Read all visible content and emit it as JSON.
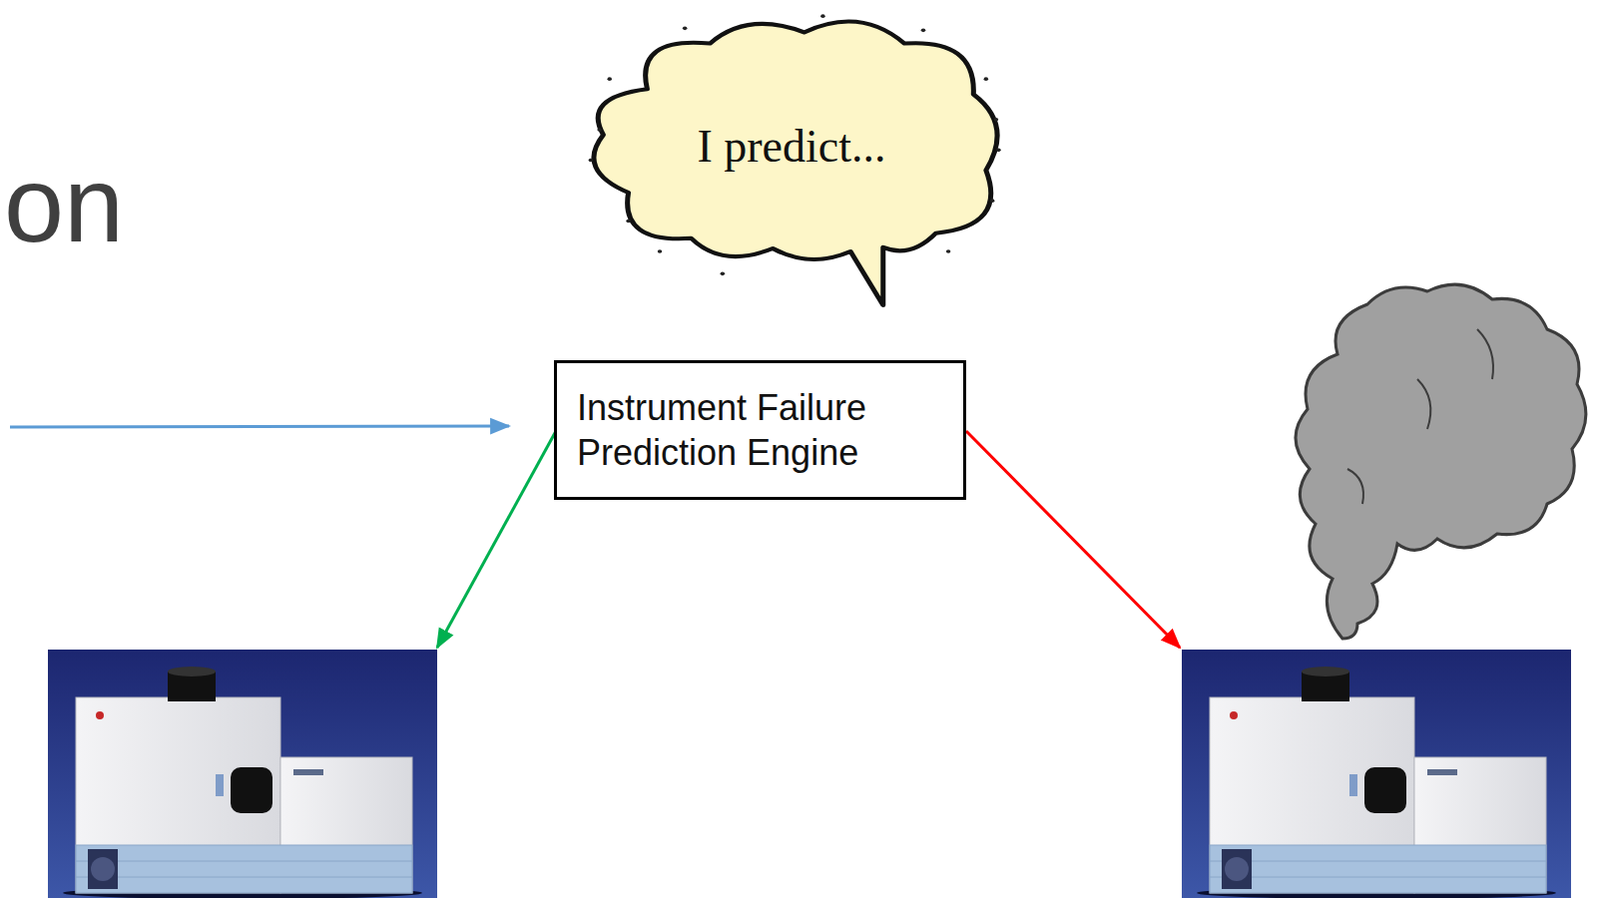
{
  "diagram": {
    "nodes": [
      {
        "text": [
          "I predict..."
        ]
      },
      {
        "text": [
          "Instrument Failure Prediction Engine"
        ]
      }
    ],
    "labels": [
      "on"
    ]
  }
}
